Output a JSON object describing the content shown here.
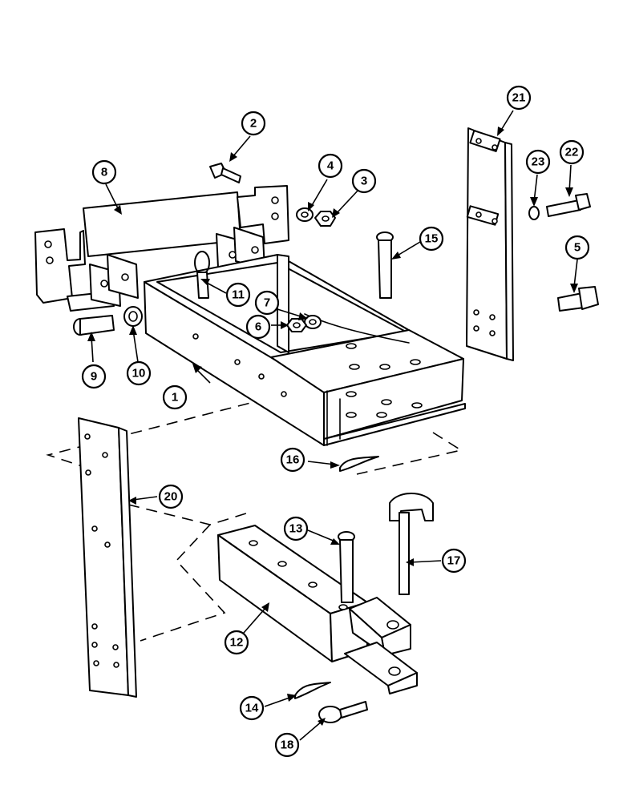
{
  "callouts": [
    {
      "id": "c1",
      "label": "1"
    },
    {
      "id": "c2",
      "label": "2"
    },
    {
      "id": "c3",
      "label": "3"
    },
    {
      "id": "c4",
      "label": "4"
    },
    {
      "id": "c5",
      "label": "5"
    },
    {
      "id": "c6",
      "label": "6"
    },
    {
      "id": "c7",
      "label": "7"
    },
    {
      "id": "c8",
      "label": "8"
    },
    {
      "id": "c9",
      "label": "9"
    },
    {
      "id": "c10",
      "label": "10"
    },
    {
      "id": "c11",
      "label": "11"
    },
    {
      "id": "c12",
      "label": "12"
    },
    {
      "id": "c13",
      "label": "13"
    },
    {
      "id": "c14",
      "label": "14"
    },
    {
      "id": "c15",
      "label": "15"
    },
    {
      "id": "c16",
      "label": "16"
    },
    {
      "id": "c17",
      "label": "17"
    },
    {
      "id": "c18",
      "label": "18"
    },
    {
      "id": "c20",
      "label": "20"
    },
    {
      "id": "c21",
      "label": "21"
    },
    {
      "id": "c22",
      "label": "22"
    },
    {
      "id": "c23",
      "label": "23"
    }
  ]
}
